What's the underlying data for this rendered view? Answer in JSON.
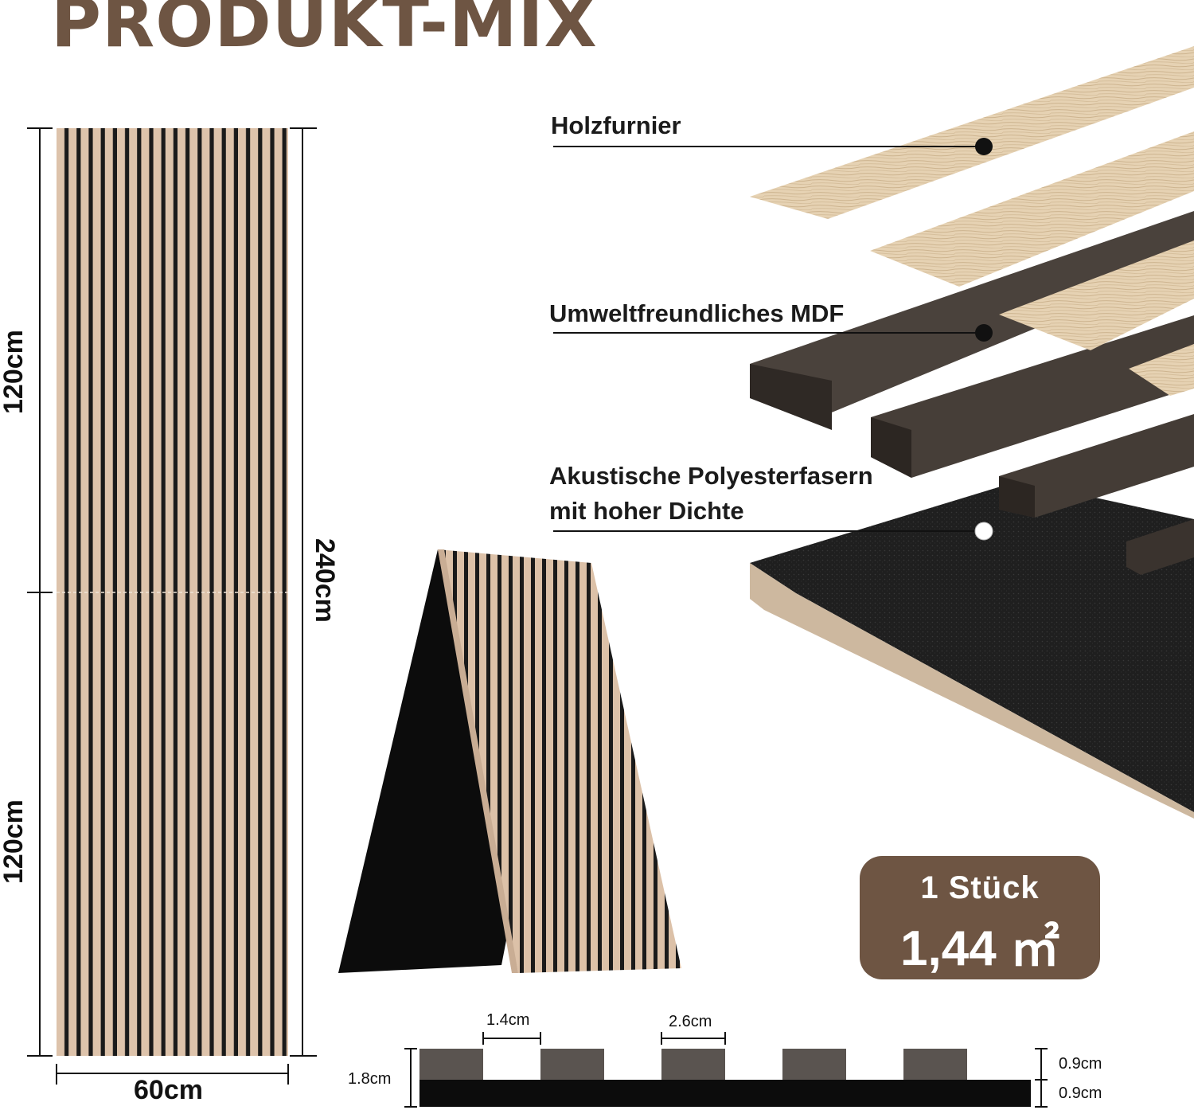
{
  "title": "PRODUKT-MIX",
  "panel": {
    "height_top": "120cm",
    "height_bottom": "120cm",
    "height_total": "240cm",
    "width": "60cm"
  },
  "layers": {
    "veneer": "Holzfurnier",
    "mdf": "Umweltfreundliches MDF",
    "felt_line1": "Akustische Polyesterfasern",
    "felt_line2": "mit hoher Dichte"
  },
  "badge": {
    "count": "1 Stück",
    "area": "1,44 ㎡"
  },
  "profile": {
    "slat_gap": "1.4cm",
    "slat_width": "2.6cm",
    "total_thickness": "1.8cm",
    "slat_thickness": "0.9cm",
    "felt_thickness": "0.9cm"
  },
  "colors": {
    "brand_brown": "#6e5543",
    "wood": "#ddc3ab",
    "mdf": "#3f3833",
    "felt": "#1e1e1e"
  }
}
